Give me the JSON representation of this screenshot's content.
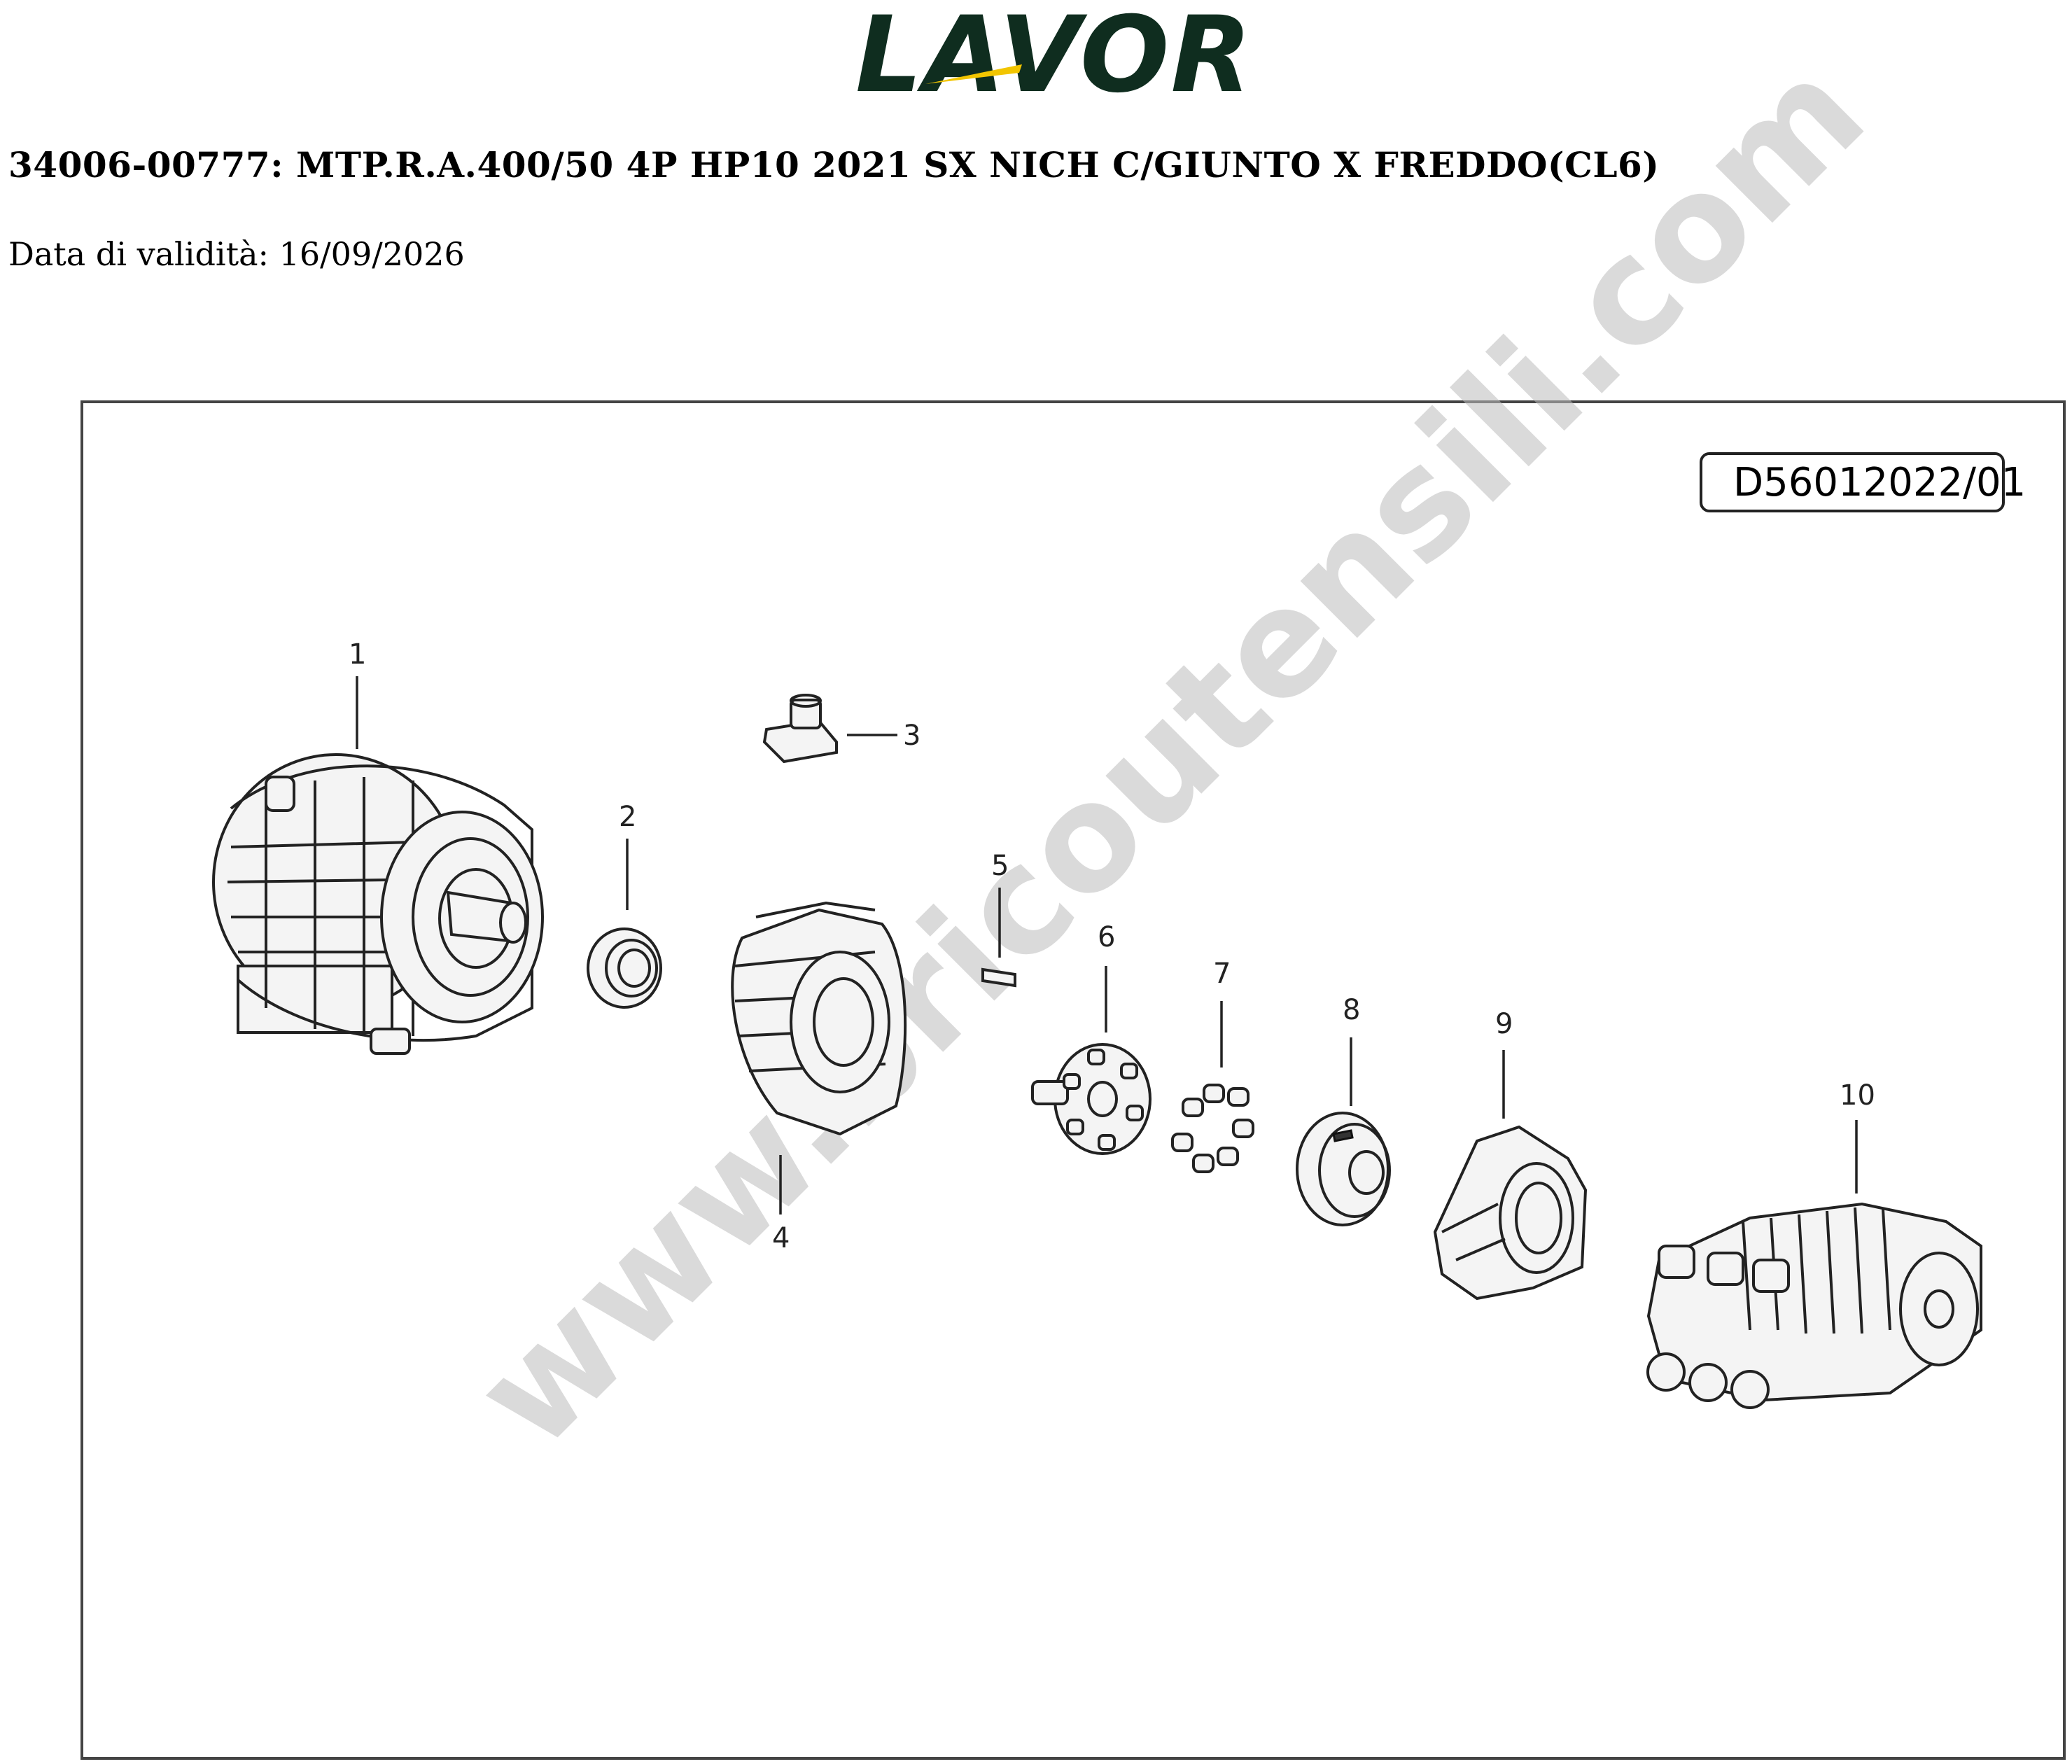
{
  "brand": {
    "logo_text": "LAVOR",
    "accent_color": "#f2c500",
    "logo_color": "#0f2d1f"
  },
  "document": {
    "title": "34006-00777: MTP.R.A.400/50 4P HP10 2021 SX NICH C/GIUNTO X FREDDO(CL6)",
    "validity": "Data di validità: 16/09/2026"
  },
  "diagram": {
    "reference_code": "D56012022/01",
    "watermark": "www.bricoutensili.com",
    "callouts": [
      "1",
      "2",
      "3",
      "4",
      "5",
      "6",
      "7",
      "8",
      "9",
      "10"
    ],
    "parts": [
      {
        "number": "1",
        "icon": "electric-motor-icon"
      },
      {
        "number": "2",
        "icon": "seal-ring-icon"
      },
      {
        "number": "3",
        "icon": "terminal-cap-icon"
      },
      {
        "number": "4",
        "icon": "motor-flange-icon"
      },
      {
        "number": "5",
        "icon": "key-icon"
      },
      {
        "number": "6",
        "icon": "coupling-hub-icon"
      },
      {
        "number": "7",
        "icon": "coupling-elements-icon"
      },
      {
        "number": "8",
        "icon": "coupling-half-icon"
      },
      {
        "number": "9",
        "icon": "adapter-flange-icon"
      },
      {
        "number": "10",
        "icon": "pump-icon"
      }
    ]
  }
}
